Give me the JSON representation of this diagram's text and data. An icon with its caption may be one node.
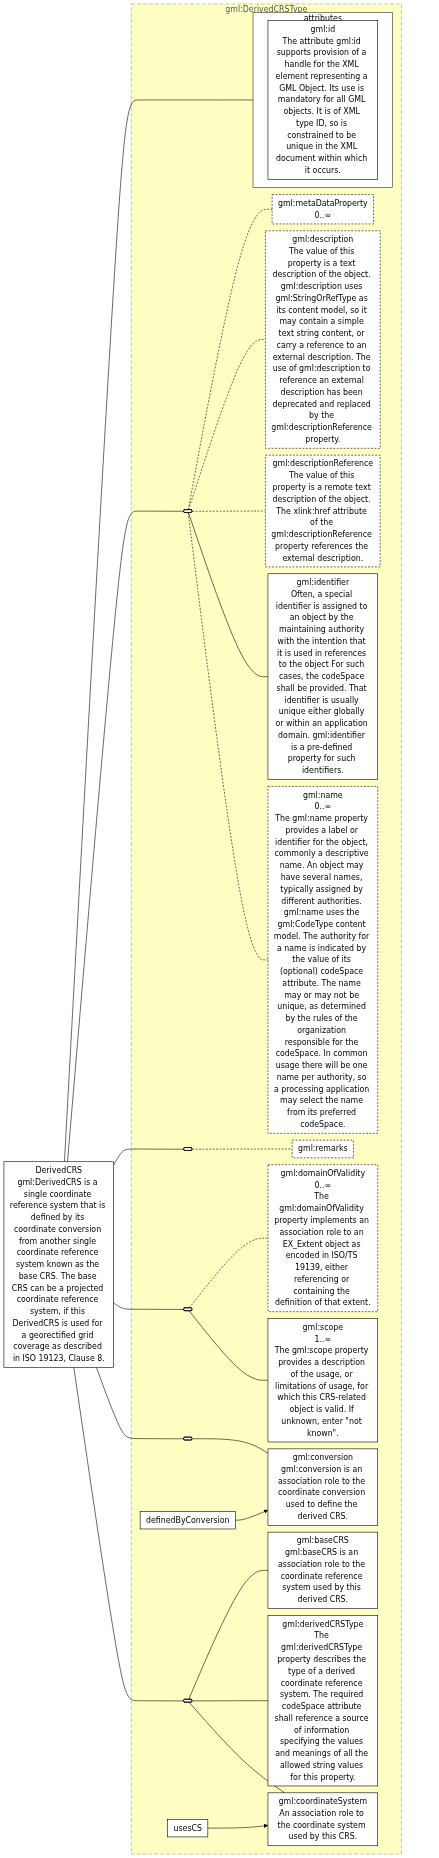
{
  "diagram": {
    "nodes": [
      {
        "text": [
          "DerivedCRS",
          "gml:DerivedCRS is a single coordinate reference system that is defined by its coordinate conversion from another single coordinate reference system known as the base CRS. The base CRS can be a projected coordinate reference system, if this DerivedCRS is used for a georectified grid coverage as described in ISO 19123, Clause 8."
        ]
      },
      {
        "text": [
          "gml:DerivedCRSType"
        ]
      },
      {
        "text": [
          "attributes"
        ],
        "in": 1
      },
      {
        "text": [
          "gml:id",
          "The attribute gml:id supports provision of a handle for the XML element representing a GML Object. Its use is mandatory for all GML objects. It is of XML type ID, so is constrained to be unique in the XML document within which it occurs."
        ],
        "in": 2
      },
      {
        "text": [],
        "shape": "octagon",
        "in": 1
      },
      {
        "text": [
          "gml:metaDataProperty",
          "0..∞"
        ],
        "in": 1
      },
      {
        "text": [
          "gml:description",
          "The value of this property is a text description of the object. gml:description uses gml:StringOrRefType as its content model, so it may contain a simple text string content, or carry a reference to an external description. The use of gml:description to reference an external description has been deprecated and replaced by the gml:descriptionReference property."
        ],
        "in": 1
      },
      {
        "text": [
          "gml:descriptionReference",
          "The value of this property is a remote text description of the object. The xlink:href attribute of the gml:descriptionReference property references the external description."
        ],
        "in": 1
      },
      {
        "text": [
          "gml:identifier",
          "Often, a special identifier is assigned to an object by the maintaining authority with the intention that it is used in references to the object For such cases, the codeSpace shall be provided. That identifier is usually unique either globally or within an application domain. gml:identifier is a pre-defined property for such identifiers."
        ],
        "in": 1
      },
      {
        "text": [
          "gml:name",
          "0..∞",
          "The gml:name property provides a label or identifier for the object, commonly a descriptive name. An object may have several names, typically assigned by different authorities. gml:name uses the gml:CodeType content model. The authority for a name is indicated by the value of its (optional) codeSpace attribute. The name may or may not be unique, as determined by the rules of the organization responsible for the codeSpace. In common usage there will be one name per authority, so a processing application may select the name from its preferred codeSpace."
        ],
        "in": 1
      },
      {
        "text": [],
        "shape": "octagon",
        "in": 1
      },
      {
        "text": [
          "gml:remarks"
        ],
        "in": 1
      },
      {
        "text": [],
        "shape": "octagon",
        "in": 1
      },
      {
        "text": [
          "gml:domainOfValidity",
          "0..∞",
          "The gml:domainOfValidity property implements an association role to an EX_Extent object as encoded in ISO/TS 19139, either referencing or containing the definition of that extent."
        ],
        "in": 1
      },
      {
        "text": [
          "gml:scope",
          "1..∞",
          "The gml:scope property provides a description of the usage, or limitations of usage, for which this CRS-related object is valid. If unknown, enter \"not known\"."
        ],
        "in": 1
      },
      {
        "text": [],
        "shape": "octagon",
        "in": 1
      },
      {
        "text": [
          "gml:conversion",
          "gml:conversion is an association role to the coordinate conversion used to define the derived CRS."
        ],
        "in": 1
      },
      {
        "text": [
          "definedByConversion"
        ],
        "in": 1
      },
      {
        "text": [],
        "shape": "octagon",
        "in": 1
      },
      {
        "text": [
          "gml:baseCRS",
          "gml:baseCRS is an association role to the coordinate reference system used by this derived CRS."
        ],
        "in": 1
      },
      {
        "text": [
          "gml:derivedCRSType",
          "The gml:derivedCRSType property describes the type of a derived coordinate reference system. The required codeSpace attribute shall reference a source of information specifying the values and meanings of all the allowed string values for this property."
        ],
        "in": 1
      },
      {
        "text": [
          "gml:coordinateSystem",
          "An association role to the coordinate system used by this CRS."
        ],
        "in": 1
      },
      {
        "text": [
          "usesCS"
        ],
        "in": 1
      }
    ],
    "edges": [
      {
        "from": 0,
        "to": 2,
        "arrow": "none"
      },
      {
        "from": 0,
        "to": 4,
        "arrow": "none"
      },
      {
        "from": 0,
        "to": 10,
        "arrow": "none"
      },
      {
        "from": 0,
        "to": 12,
        "arrow": "none"
      },
      {
        "from": 0,
        "to": 15,
        "arrow": "none"
      },
      {
        "from": 0,
        "to": 18,
        "arrow": "none"
      },
      {
        "from": 4,
        "to": 5,
        "arrow": "none",
        "style": "dashed"
      },
      {
        "from": 4,
        "to": 6,
        "arrow": "none",
        "style": "dashed"
      },
      {
        "from": 4,
        "to": 7,
        "arrow": "none",
        "style": "dashed"
      },
      {
        "from": 4,
        "to": 8,
        "arrow": "none"
      },
      {
        "from": 4,
        "to": 9,
        "arrow": "none",
        "style": "dashed"
      },
      {
        "from": 10,
        "to": 11,
        "arrow": "none",
        "style": "dashed"
      },
      {
        "from": 12,
        "to": 13,
        "arrow": "none",
        "style": "dashed"
      },
      {
        "from": 12,
        "to": 14,
        "arrow": "none"
      },
      {
        "from": 15,
        "to": 16,
        "arrow": "none"
      },
      {
        "from": 17,
        "to": 16,
        "arrow": "to"
      },
      {
        "from": 18,
        "to": 19,
        "arrow": "none"
      },
      {
        "from": 18,
        "to": 20,
        "arrow": "none"
      },
      {
        "from": 18,
        "to": 21,
        "arrow": "none"
      },
      {
        "from": 22,
        "to": 21,
        "arrow": "to"
      }
    ]
  }
}
